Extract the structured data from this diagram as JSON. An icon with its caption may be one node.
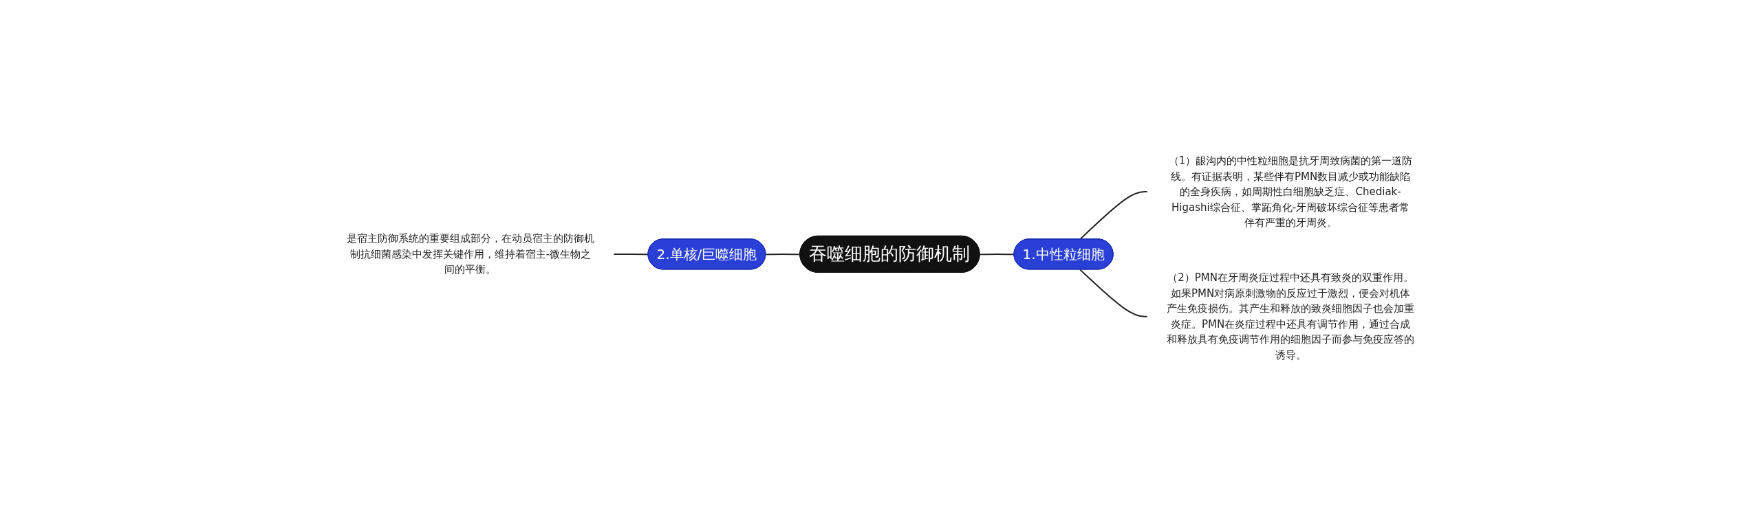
{
  "diagram": {
    "nodes": [
      {
        "text": [
          "吞噬细胞的防御机制"
        ]
      },
      {
        "text": [
          "1.中性粒细胞"
        ]
      },
      {
        "text": [
          "（1）龈沟内的中性粒细胞是抗牙周致病菌的第一道防线。有证据表明，某些伴有PMN数目减少或功能缺陷的全身疾病，如周期性白细胞缺乏症、Chediak-Higashi综合征、掌跖角化-牙周破坏综合征等患者常伴有严重的牙周炎。"
        ]
      },
      {
        "text": [
          "（2）PMN在牙周炎症过程中还具有致炎的双重作用。如果PMN对病原刺激物的反应过于激烈，便会对机体产生免疫损伤。其产生和释放的致炎细胞因子也会加重炎症。PMN在炎症过程中还具有调节作用，通过合成和释放具有免疫调节作用的细胞因子而参与免疫应答的诱导。"
        ]
      },
      {
        "text": [
          "2.单核/巨噬细胞"
        ]
      },
      {
        "text": [
          "是宿主防御系统的重要组成部分，在动员宿主的防御机制抗细菌感染中发挥关键作用，维持着宿主-微生物之间的平衡。"
        ]
      }
    ],
    "edges": [
      {
        "from": 0,
        "to": 1,
        "arrow": "none"
      },
      {
        "from": 1,
        "to": 2,
        "arrow": "none"
      },
      {
        "from": 1,
        "to": 3,
        "arrow": "none"
      },
      {
        "from": 0,
        "to": 4,
        "arrow": "none"
      },
      {
        "from": 4,
        "to": 5,
        "arrow": "none"
      }
    ]
  }
}
